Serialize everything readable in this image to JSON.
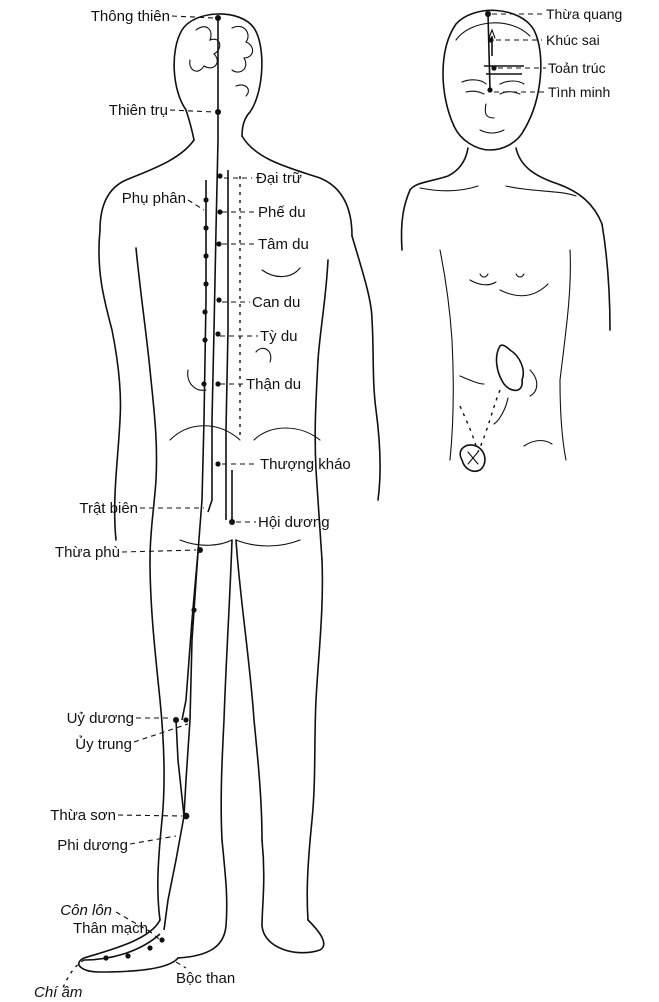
{
  "labels": {
    "thong_thien": "Thông thiên",
    "thien_tru": "Thiên trụ",
    "phu_phan": "Phụ phân",
    "dai_tru": "Đại trữ",
    "phe_du": "Phế du",
    "tam_du": "Tâm du",
    "can_du": "Can du",
    "ty_du": "Tỳ du",
    "than_du": "Thận du",
    "thuong_khao": "Thượng kháo",
    "trat_bien": "Trật biên",
    "hoi_duong": "Hội dương",
    "thua_phu": "Thừa phù",
    "uy_duong": "Uỷ dương",
    "uy_trung": "Ủy trung",
    "thua_son": "Thừa sơn",
    "phi_duong": "Phi dương",
    "con_lon": "Côn lôn",
    "than_mach": "Thân mạch",
    "boc_than": "Bộc than",
    "chi_am": "Chí âm",
    "thua_quang": "Thừa quang",
    "khuc_sai": "Khúc sai",
    "toan_truc": "Toản trúc",
    "tinh_minh": "Tình minh"
  },
  "colors": {
    "ink": "#111111",
    "paper": "#ffffff"
  }
}
